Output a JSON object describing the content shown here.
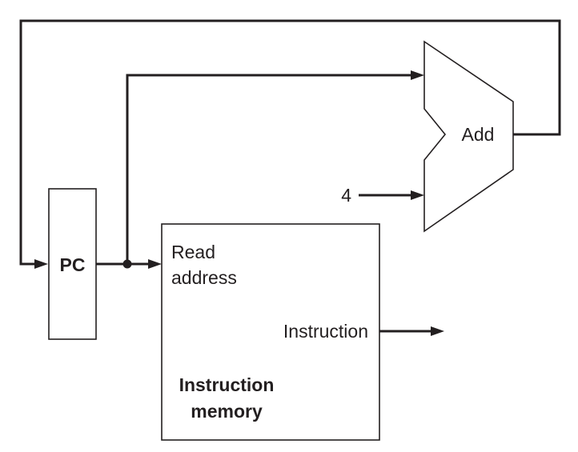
{
  "diagram": {
    "pc": {
      "label": "PC"
    },
    "adder": {
      "label": "Add",
      "constant_input": "4"
    },
    "instruction_memory": {
      "port_read_address_line1": "Read",
      "port_read_address_line2": "address",
      "port_instruction": "Instruction",
      "title_line1": "Instruction",
      "title_line2": "memory"
    }
  }
}
